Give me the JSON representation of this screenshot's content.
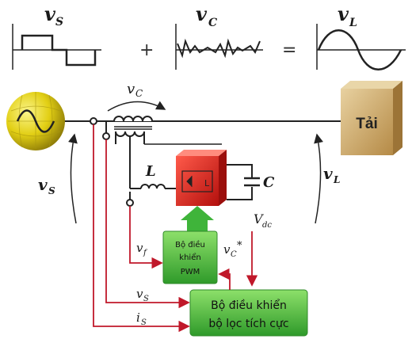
{
  "waveforms": {
    "vs_label": "v",
    "vs_sub": "S",
    "vc_label": "v",
    "vc_sub": "C",
    "vl_label": "v",
    "vl_sub": "L",
    "plus": "+",
    "equals": "="
  },
  "circuit": {
    "vc_top_label": "v",
    "vc_top_sub": "C",
    "vs_side_label": "v",
    "vs_side_sub": "S",
    "vl_side_label": "v",
    "vl_side_sub": "L",
    "inductor_label": "L",
    "capacitor_label": "C",
    "vdc_label": "V",
    "vdc_sub": "dc",
    "vf_label": "v",
    "vf_sub": "f",
    "vc_star_label": "v",
    "vc_star_sub": "C",
    "vc_star_sup": "*",
    "vs_signal_label": "v",
    "vs_signal_sub": "S",
    "is_signal_label": "i",
    "is_signal_sub": "S",
    "inverter_letter": "L"
  },
  "load": {
    "label": "Tải"
  },
  "pwm_controller": {
    "line1": "Bộ điều",
    "line2": "khiển",
    "line3": "PWM"
  },
  "active_filter_controller": {
    "line1": "Bộ điều khiển",
    "line2": "bộ lọc tích cực"
  },
  "colors": {
    "wire": "#222222",
    "signal": "#c0182a",
    "controller_green": "#3fb43a",
    "inverter_red": "#e0201c",
    "load_tan": "#c9a265",
    "source_yellow": "#e6d61e"
  }
}
